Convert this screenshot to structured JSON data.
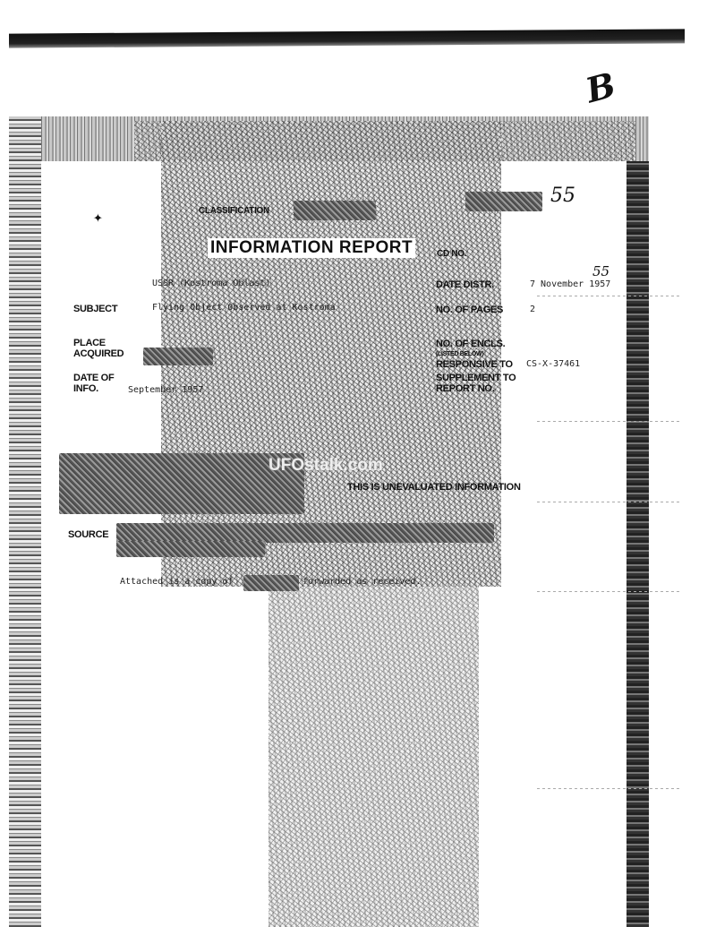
{
  "header": {
    "page_mark": "B",
    "classification_label": "CLASSIFICATION",
    "control_number": "55",
    "title": "INFORMATION REPORT",
    "cd_no": "CD NO."
  },
  "fields": {
    "country_value": "USSR (Kostroma Oblast)",
    "date_distr_label": "DATE DISTR.",
    "date_distr_value": "7 November 1957",
    "date_distr_mark": "55",
    "subject_label": "SUBJECT",
    "subject_value": "Flying Object Observed at Kostroma",
    "no_pages_label": "NO. OF PAGES",
    "no_pages_value": "2",
    "place_acquired_label_1": "PLACE",
    "place_acquired_label_2": "ACQUIRED",
    "no_encls_label": "NO. OF ENCLS.",
    "no_encls_sub": "(LISTED BELOW)",
    "responsive_label": "RESPONSIVE TO",
    "responsive_value": "CS-X-37461",
    "date_info_label_1": "DATE OF",
    "date_info_label_2": "INFO.",
    "date_info_value": "September 1957",
    "supplement_label_1": "SUPPLEMENT TO",
    "supplement_label_2": "REPORT NO."
  },
  "body": {
    "unevaluated": "THIS IS UNEVALUATED INFORMATION",
    "source_label": "SOURCE",
    "attached_prefix": "Attached is a copy of",
    "attached_suffix": "forwarded as received."
  },
  "watermark": "UFOstalk.com"
}
